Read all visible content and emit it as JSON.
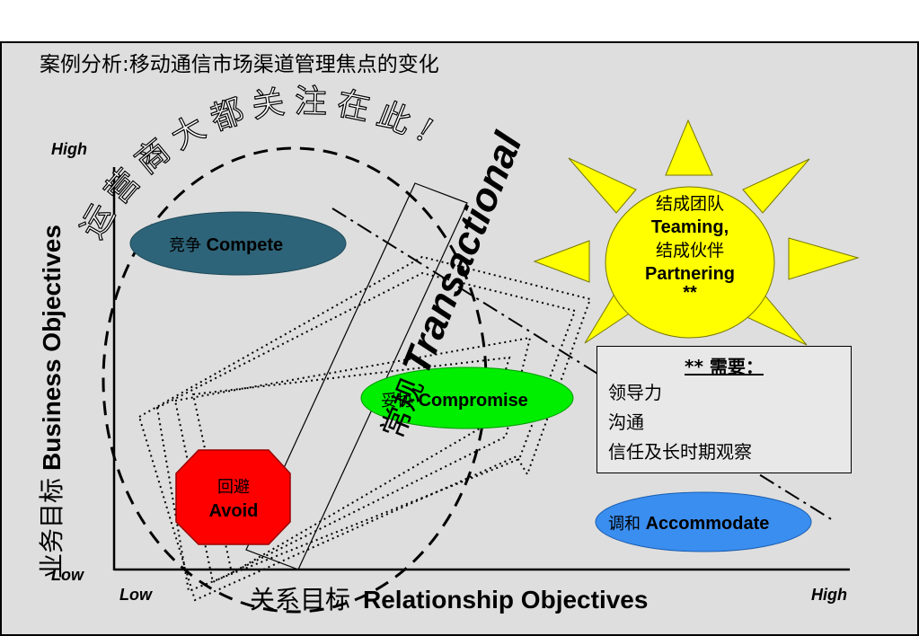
{
  "title": "案例分析:移动通信市场渠道管理焦点的变化",
  "axes": {
    "y_high": "High",
    "y_low": "Low",
    "x_low": "Low",
    "x_high": "High",
    "x_title_zh": "关系目标",
    "x_title_en": "Relationship Objectives",
    "y_title_zh": "业务目标",
    "y_title_en": "Business Objectives"
  },
  "arc_banner": "运营商大都关注在此!",
  "transactional": {
    "zh": "常规",
    "en": "Transactional"
  },
  "nodes": {
    "compete": {
      "zh": "竞争",
      "en": "Compete",
      "color": "#2e6479"
    },
    "compromise": {
      "zh": "妥协",
      "en": "Compromise",
      "color": "#00ee00"
    },
    "avoid": {
      "zh": "回避",
      "en": "Avoid",
      "color": "#ff0000"
    },
    "accommodate": {
      "zh": "调和",
      "en": "Accommodate",
      "color": "#3a8ef0"
    },
    "sun": {
      "zh1": "结成团队",
      "en1": "Teaming,",
      "zh2": "结成伙伴",
      "en2": "Partnering",
      "mark": "**",
      "color": "#ffff00"
    }
  },
  "needs": {
    "heading": "** 需要：",
    "items": [
      "领导力",
      "沟通",
      "信任及长时期观察"
    ]
  },
  "colors": {
    "background": "#dedede",
    "border": "#000000"
  }
}
